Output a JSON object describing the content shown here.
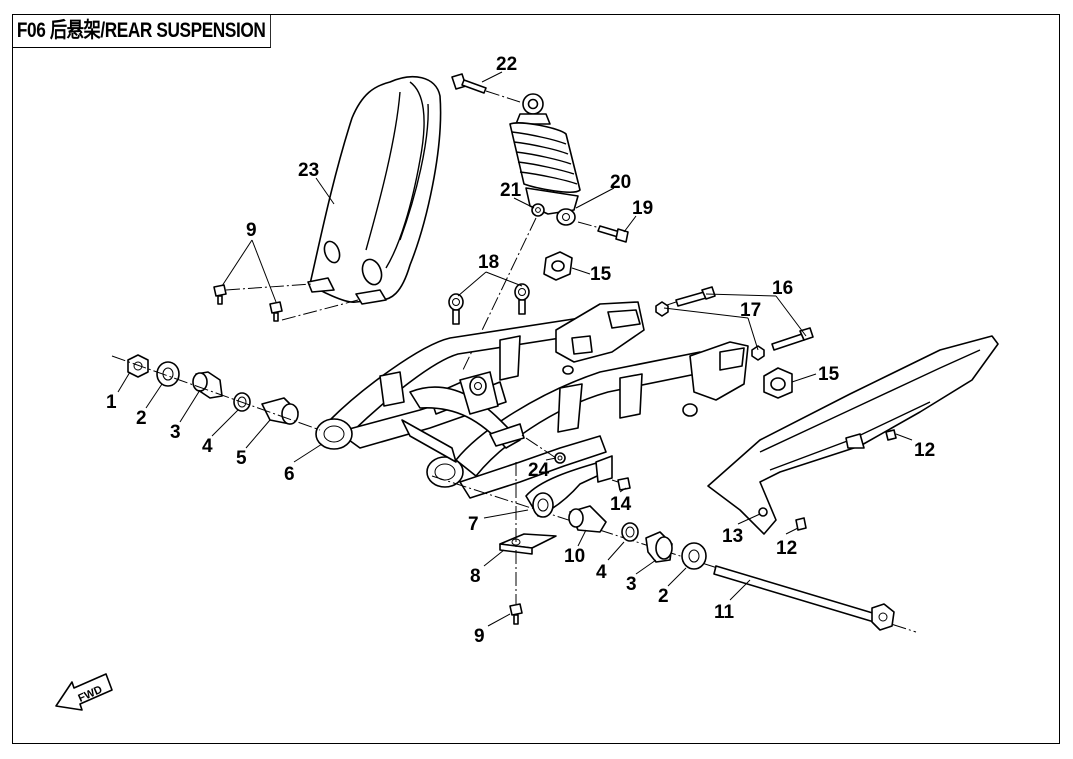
{
  "title": {
    "code": "F06",
    "name": "后悬架/REAR SUSPENSION"
  },
  "fwd_label": "FWD",
  "callouts": {
    "c1": "1",
    "c2a": "2",
    "c2b": "2",
    "c3a": "3",
    "c3b": "3",
    "c4a": "4",
    "c4b": "4",
    "c5": "5",
    "c6": "6",
    "c7": "7",
    "c8": "8",
    "c9a": "9",
    "c9b": "9",
    "c10": "10",
    "c11": "11",
    "c12a": "12",
    "c12b": "12",
    "c13": "13",
    "c14": "14",
    "c15a": "15",
    "c15b": "15",
    "c16": "16",
    "c17": "17",
    "c18": "18",
    "c19": "19",
    "c20": "20",
    "c21": "21",
    "c22": "22",
    "c23": "23",
    "c24": "24"
  }
}
